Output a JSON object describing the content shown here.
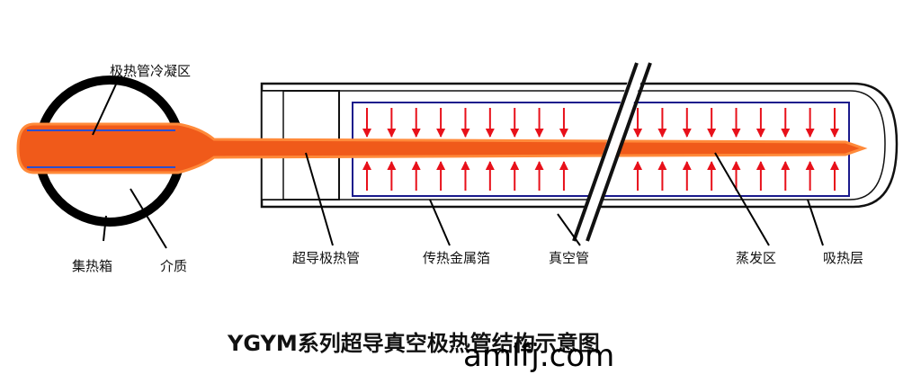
{
  "labels": {
    "condensation_zone": "极热管冷凝区",
    "header_box": "集热箱",
    "medium": "介质",
    "heat_pipe": "超导极热管",
    "fin": "传热金属箔",
    "vacuum_tube": "真空管",
    "evaporation_zone": "蒸发区",
    "absorber_layer": "吸热层"
  },
  "title": "YGYM系列超导真空极热管结构示意图",
  "watermark": "amlfj.com",
  "colors": {
    "pipe_fill": "#f05a1a",
    "pipe_stroke": "#ff7a2a",
    "arrow": "#e8101a",
    "fin_border": "#1a1a8c",
    "tube_outline": "#111111"
  },
  "arrow_rows": {
    "down": 20,
    "up": 20
  }
}
